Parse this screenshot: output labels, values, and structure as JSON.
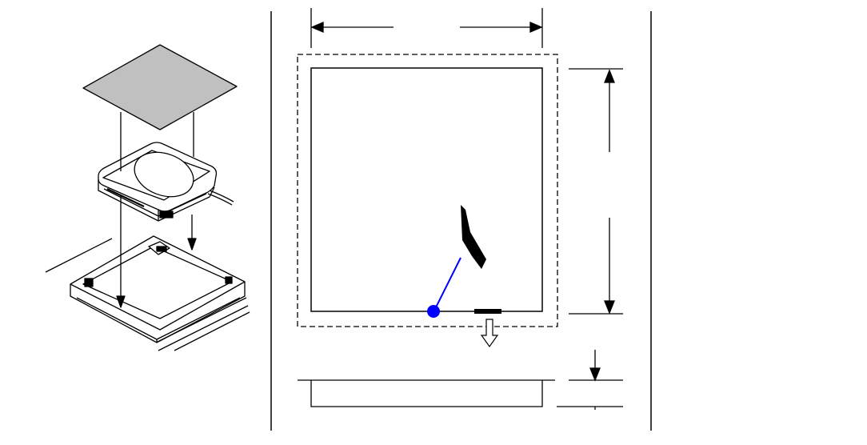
{
  "figure": {
    "background_color": "#ffffff",
    "line_color": "#000000",
    "highlight_color": "#0000ff",
    "tile_fill_color": "#c0c0c0",
    "device_fill_color": "#ffffff"
  },
  "exploded_view": {
    "parts": [
      "cover-tile",
      "device",
      "recessed-frame"
    ]
  },
  "plan_view": {
    "callout_marker": "blue-dot",
    "outlet_direction": "down"
  }
}
